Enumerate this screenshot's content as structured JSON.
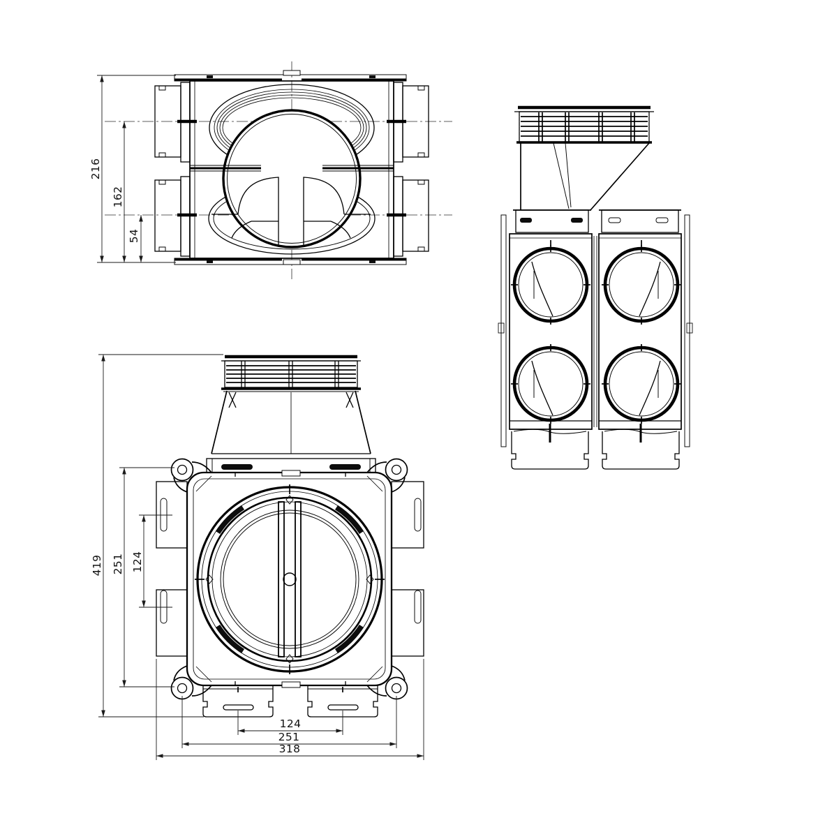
{
  "drawing": {
    "background": "#ffffff",
    "line_color": "#000000",
    "dim_color": "#1a1a1a"
  },
  "dimensions": {
    "top_view": {
      "total": "216",
      "upper_port": "162",
      "lower_port": "54"
    },
    "front_view": {
      "vertical_total": "419",
      "vertical_holes": "251",
      "vertical_slots": "124",
      "horizontal_slots": "124",
      "horizontal_holes": "251",
      "horizontal_total": "318"
    }
  }
}
